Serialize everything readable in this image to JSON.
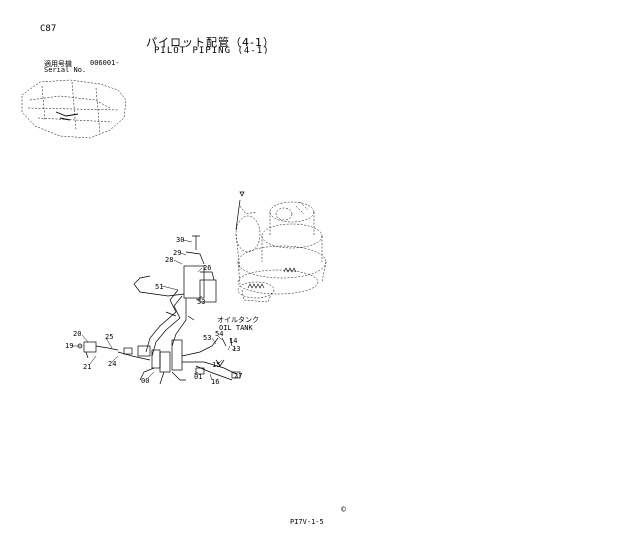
{
  "page_code": "C87",
  "title_jp": "パイロット配管（4-1）",
  "title_en": "PILOT PIPING (4-1)",
  "serial": {
    "label_jp": "適用号機",
    "value": "006001-",
    "label_en": "Serial No."
  },
  "tank_label": {
    "jp": "オイルタンク",
    "en": "OIL TANK"
  },
  "parts": {
    "p30": "30",
    "p29": "29",
    "p28": "28",
    "p26": "26",
    "p51": "51",
    "p53a": "53",
    "p20": "20",
    "p19": "19",
    "p25": "25",
    "p21": "21",
    "p24": "24",
    "p53b": "53",
    "p54": "54",
    "p14": "14",
    "p13": "13",
    "p15": "15",
    "p00": "00",
    "p01": "01",
    "p16": "16",
    "p27": "27"
  },
  "copyright_mark": "©",
  "footer": "PI7V-1-5"
}
